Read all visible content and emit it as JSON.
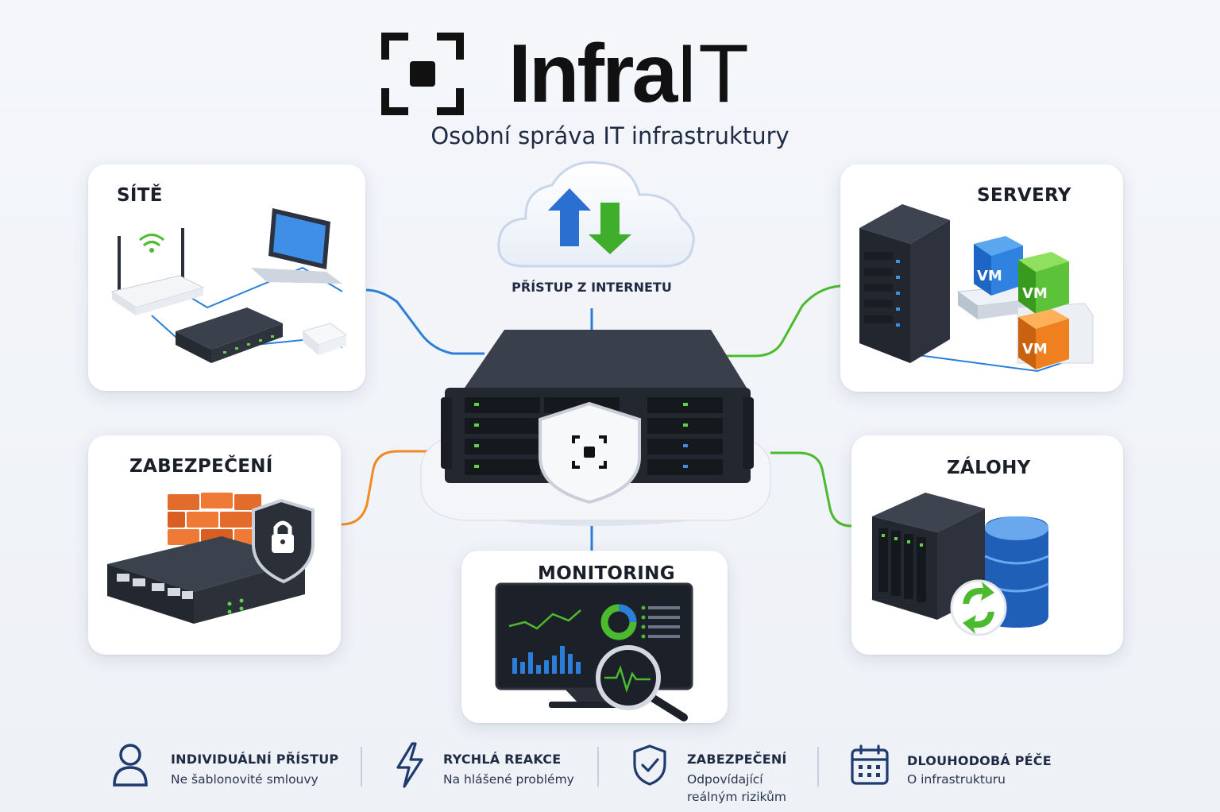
{
  "brand": {
    "name_bold": "Infra",
    "name_light": "IT",
    "tagline": "Osobní správa IT infrastruktury"
  },
  "cloud": {
    "label": "PŘÍSTUP Z INTERNETU"
  },
  "cards": {
    "site": "SÍTĚ",
    "servery": "SERVERY",
    "zabezpeceni": "ZABEZPEČENÍ",
    "zalohy": "ZÁLOHY",
    "monitoring": "MONITORING"
  },
  "vm_labels": [
    "VM",
    "VM",
    "VM"
  ],
  "features": [
    {
      "icon": "user-icon",
      "title": "INDIVIDUÁLNÍ PŘÍSTUP",
      "desc": [
        "Ne šablonovité smlouvy"
      ]
    },
    {
      "icon": "lightning-icon",
      "title": "RYCHLÁ REAKCE",
      "desc": [
        "Na hlášené problémy"
      ]
    },
    {
      "icon": "shield-check-icon",
      "title": "ZABEZPEČENÍ",
      "desc": [
        "Odpovídající",
        "reálným rizikům"
      ]
    },
    {
      "icon": "calendar-icon",
      "title": "DLOUHODOBÁ PÉČE",
      "desc": [
        "O infrastrukturu"
      ]
    }
  ],
  "colors": {
    "blue": "#2b7fd9",
    "green": "#4cba2f",
    "orange": "#f08a24",
    "navy": "#1f2a44"
  }
}
